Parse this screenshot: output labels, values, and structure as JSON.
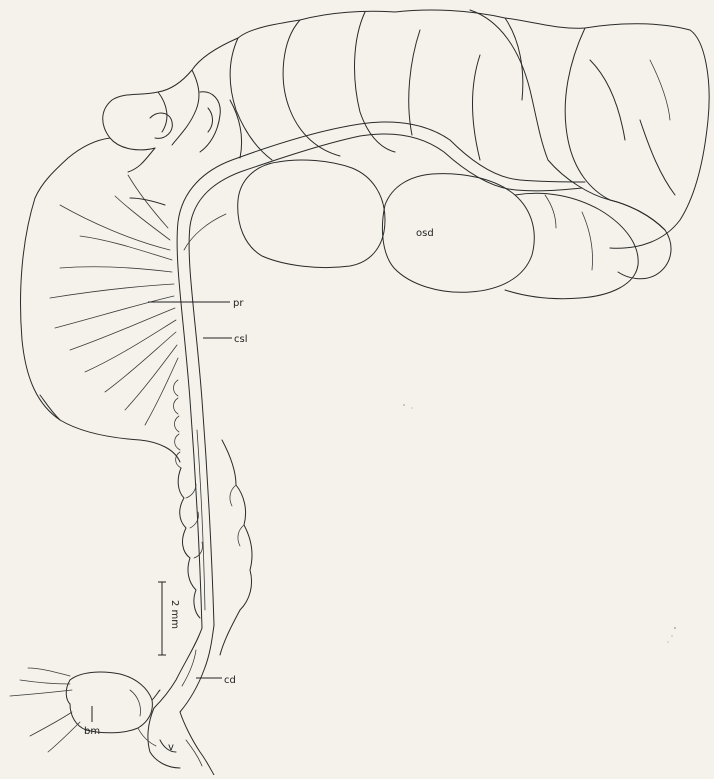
{
  "labels": {
    "osd": "osd",
    "pr": "pr",
    "csl": "csl",
    "cd": "cd",
    "bm": "bm",
    "v": "v",
    "scale": "2 mm"
  },
  "colors": {
    "background": "#f4f2ea",
    "ink": "#2a2a2a"
  }
}
